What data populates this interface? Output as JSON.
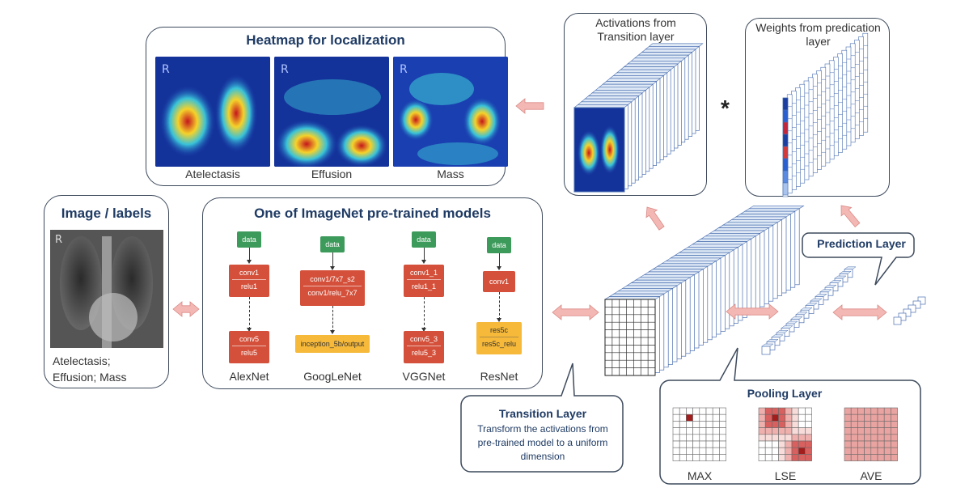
{
  "heatmap": {
    "title": "Heatmap for localization",
    "items": [
      {
        "label": "Atelectasis"
      },
      {
        "label": "Effusion"
      },
      {
        "label": "Mass"
      }
    ]
  },
  "activations": {
    "title": "Activations from Transition layer"
  },
  "weights": {
    "title": "Weights from predication layer"
  },
  "multiply_symbol": "*",
  "image_labels": {
    "title": "Image / labels",
    "labels": "Atelectasis; Effusion; Mass"
  },
  "models": {
    "title": "One of ImageNet pre-trained models",
    "list": [
      {
        "name": "AlexNet",
        "data": "data",
        "top": [
          "conv1",
          "relu1"
        ],
        "bottom": [
          "conv5",
          "relu5"
        ]
      },
      {
        "name": "GoogLeNet",
        "data": "data",
        "top": [
          "conv1/7x7_s2",
          "conv1/relu_7x7"
        ],
        "bottom": [
          "inception_5b/output"
        ]
      },
      {
        "name": "VGGNet",
        "data": "data",
        "top": [
          "conv1_1",
          "relu1_1"
        ],
        "bottom": [
          "conv5_3",
          "relu5_3"
        ]
      },
      {
        "name": "ResNet",
        "data": "data",
        "top": [
          "conv1"
        ],
        "bottom": [
          "res5c",
          "res5c_relu"
        ]
      }
    ]
  },
  "prediction_layer": {
    "title": "Prediction Layer"
  },
  "transition_layer": {
    "title": "Transition Layer",
    "description": "Transform the activations from pre-trained model to a uniform dimension"
  },
  "pooling_layer": {
    "title": "Pooling Layer",
    "items": [
      {
        "label": "MAX"
      },
      {
        "label": "LSE"
      },
      {
        "label": "AVE"
      }
    ]
  },
  "colors": {
    "border": "#3d4a5c",
    "title": "#1f3b64",
    "arrow": "#f4b8b4",
    "data_node": "#3c9a5a",
    "conv_node": "#d4503a",
    "output_node": "#f6b93a",
    "cube_face": "#dfe9f6",
    "cube_edge": "#4a6fb0"
  }
}
